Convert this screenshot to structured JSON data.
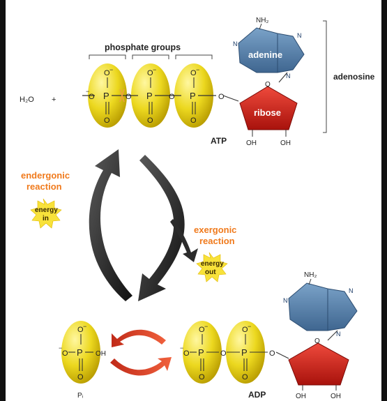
{
  "atp": {
    "water": "H₂O",
    "plus": "+",
    "phosphate_groups_label": "phosphate groups",
    "adenine_label": "adenine",
    "ribose_label": "ribose",
    "adenosine_label": "adenosine",
    "molecule_label": "ATP",
    "nh2": "NH₂",
    "n": "N",
    "o": "O",
    "p": "P",
    "oh": "OH",
    "minus": "−"
  },
  "cycle": {
    "endergonic_line1": "endergonic",
    "endergonic_line2": "reaction",
    "energy_in_line1": "energy",
    "energy_in_line2": "in",
    "exergonic_line1": "exergonic",
    "exergonic_line2": "reaction",
    "energy_out_line1": "energy",
    "energy_out_line2": "out"
  },
  "adp": {
    "molecule_label": "ADP",
    "pi_label": "Pᵢ",
    "nh2": "NH₂",
    "n": "N",
    "o": "O",
    "p": "P",
    "oh": "OH",
    "minus": "−"
  },
  "colors": {
    "phosphate_yellow": "#ecd81f",
    "adenine_blue": "#5b83ad",
    "ribose_red": "#d22a20",
    "orange_text": "#f07a1c",
    "bond_orange": "#f0a040",
    "arrow_dark": "#2b2b2b",
    "arrow_red": "#d9432a"
  }
}
